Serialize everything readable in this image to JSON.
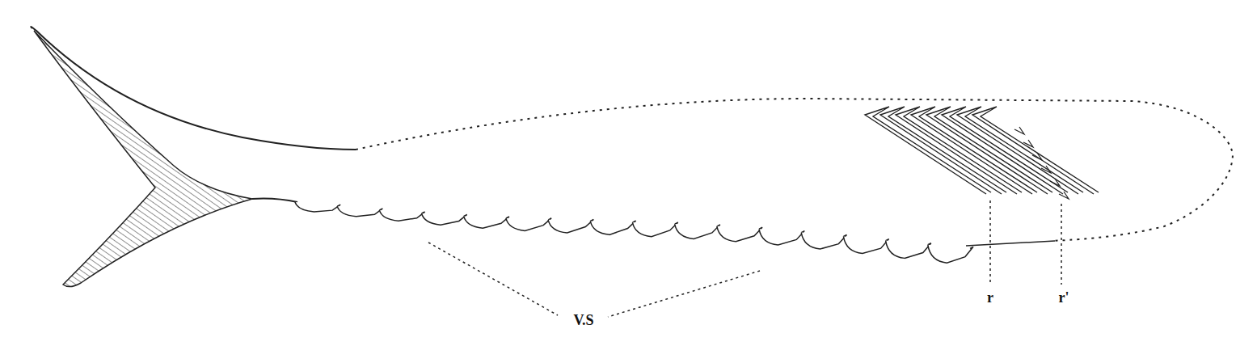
{
  "diagram": {
    "labels": [
      "r",
      "r'",
      "V.S"
    ]
  }
}
